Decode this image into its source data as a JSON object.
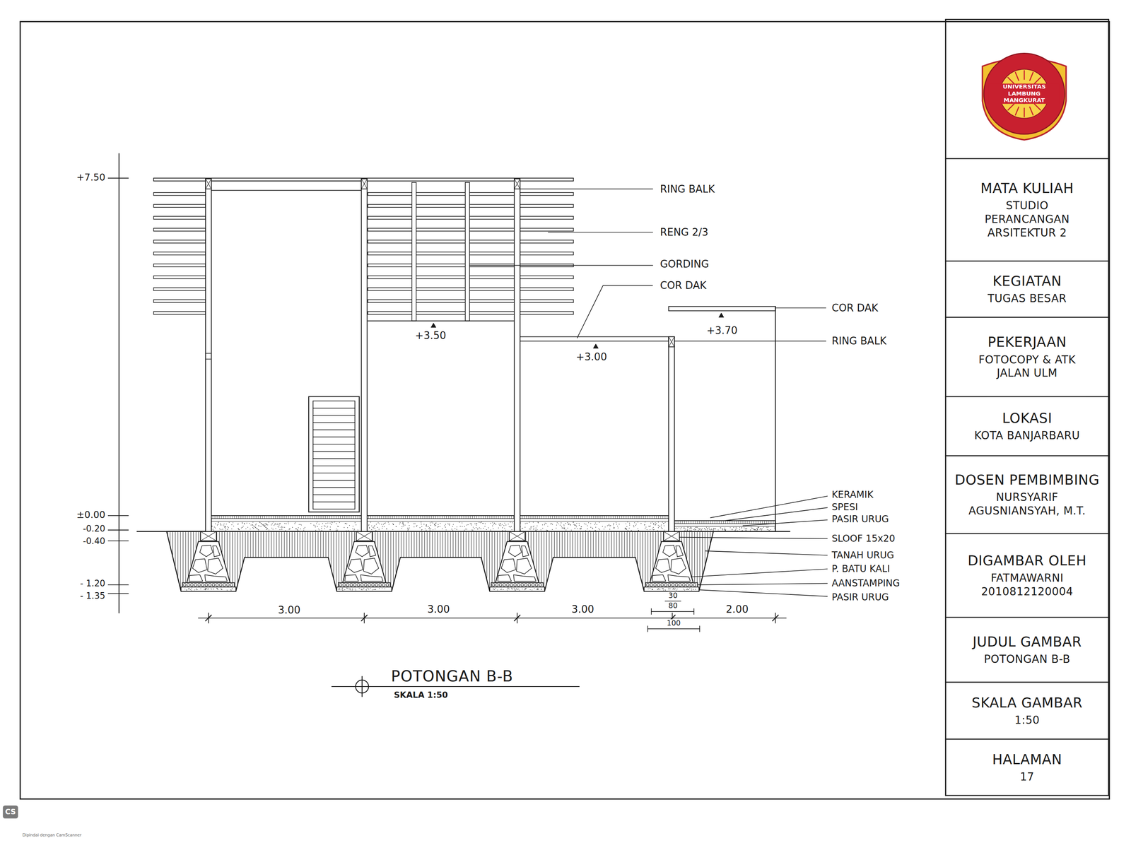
{
  "diagram": {
    "title": "POTONGAN B-B",
    "caption": "SKALA 1:50",
    "nodes": [
      {
        "text": [
          "MATA KULIAH",
          "STUDIO PERANCANGAN ARSITEKTUR 2"
        ]
      },
      {
        "text": [
          "KEGIATAN",
          "TUGAS BESAR"
        ]
      },
      {
        "text": [
          "PEKERJAAN",
          "FOTOCOPY & ATK JALAN ULM"
        ]
      },
      {
        "text": [
          "LOKASI",
          "KOTA BANJARBARU"
        ]
      },
      {
        "text": [
          "DOSEN PEMBIMBING",
          "NURSYARIF AGUSNIANSYAH, M.T."
        ]
      },
      {
        "text": [
          "DIGAMBAR OLEH",
          "FATMAWARNI 2010812120004"
        ]
      },
      {
        "text": [
          "JUDUL GAMBAR",
          "POTONGAN B-B"
        ]
      },
      {
        "text": [
          "SKALA GAMBAR",
          "1:50"
        ]
      },
      {
        "text": [
          "HALAMAN",
          "17"
        ]
      }
    ],
    "labels": [
      "+7.50",
      "±0.00",
      "-0.20",
      "-0.40",
      "- 1.20",
      "- 1.35",
      "RING BALK",
      "RENG 2/3",
      "GORDING",
      "COR DAK",
      "+3.50",
      "COR DAK",
      "+3.70",
      "RING BALK",
      "+3.00",
      "KERAMIK",
      "SPESI",
      "PASIR URUG",
      "SLOOF 15x20",
      "TANAH URUG",
      "P. BATU KALI",
      "AANSTAMPING",
      "PASIR URUG",
      "3.00",
      "3.00",
      "3.00",
      "30",
      "80",
      "2.00",
      "100",
      "UNIVERSITAS LAMBUNG MANGKURAT",
      "CS",
      "Dipindai dengan CamScanner"
    ]
  }
}
